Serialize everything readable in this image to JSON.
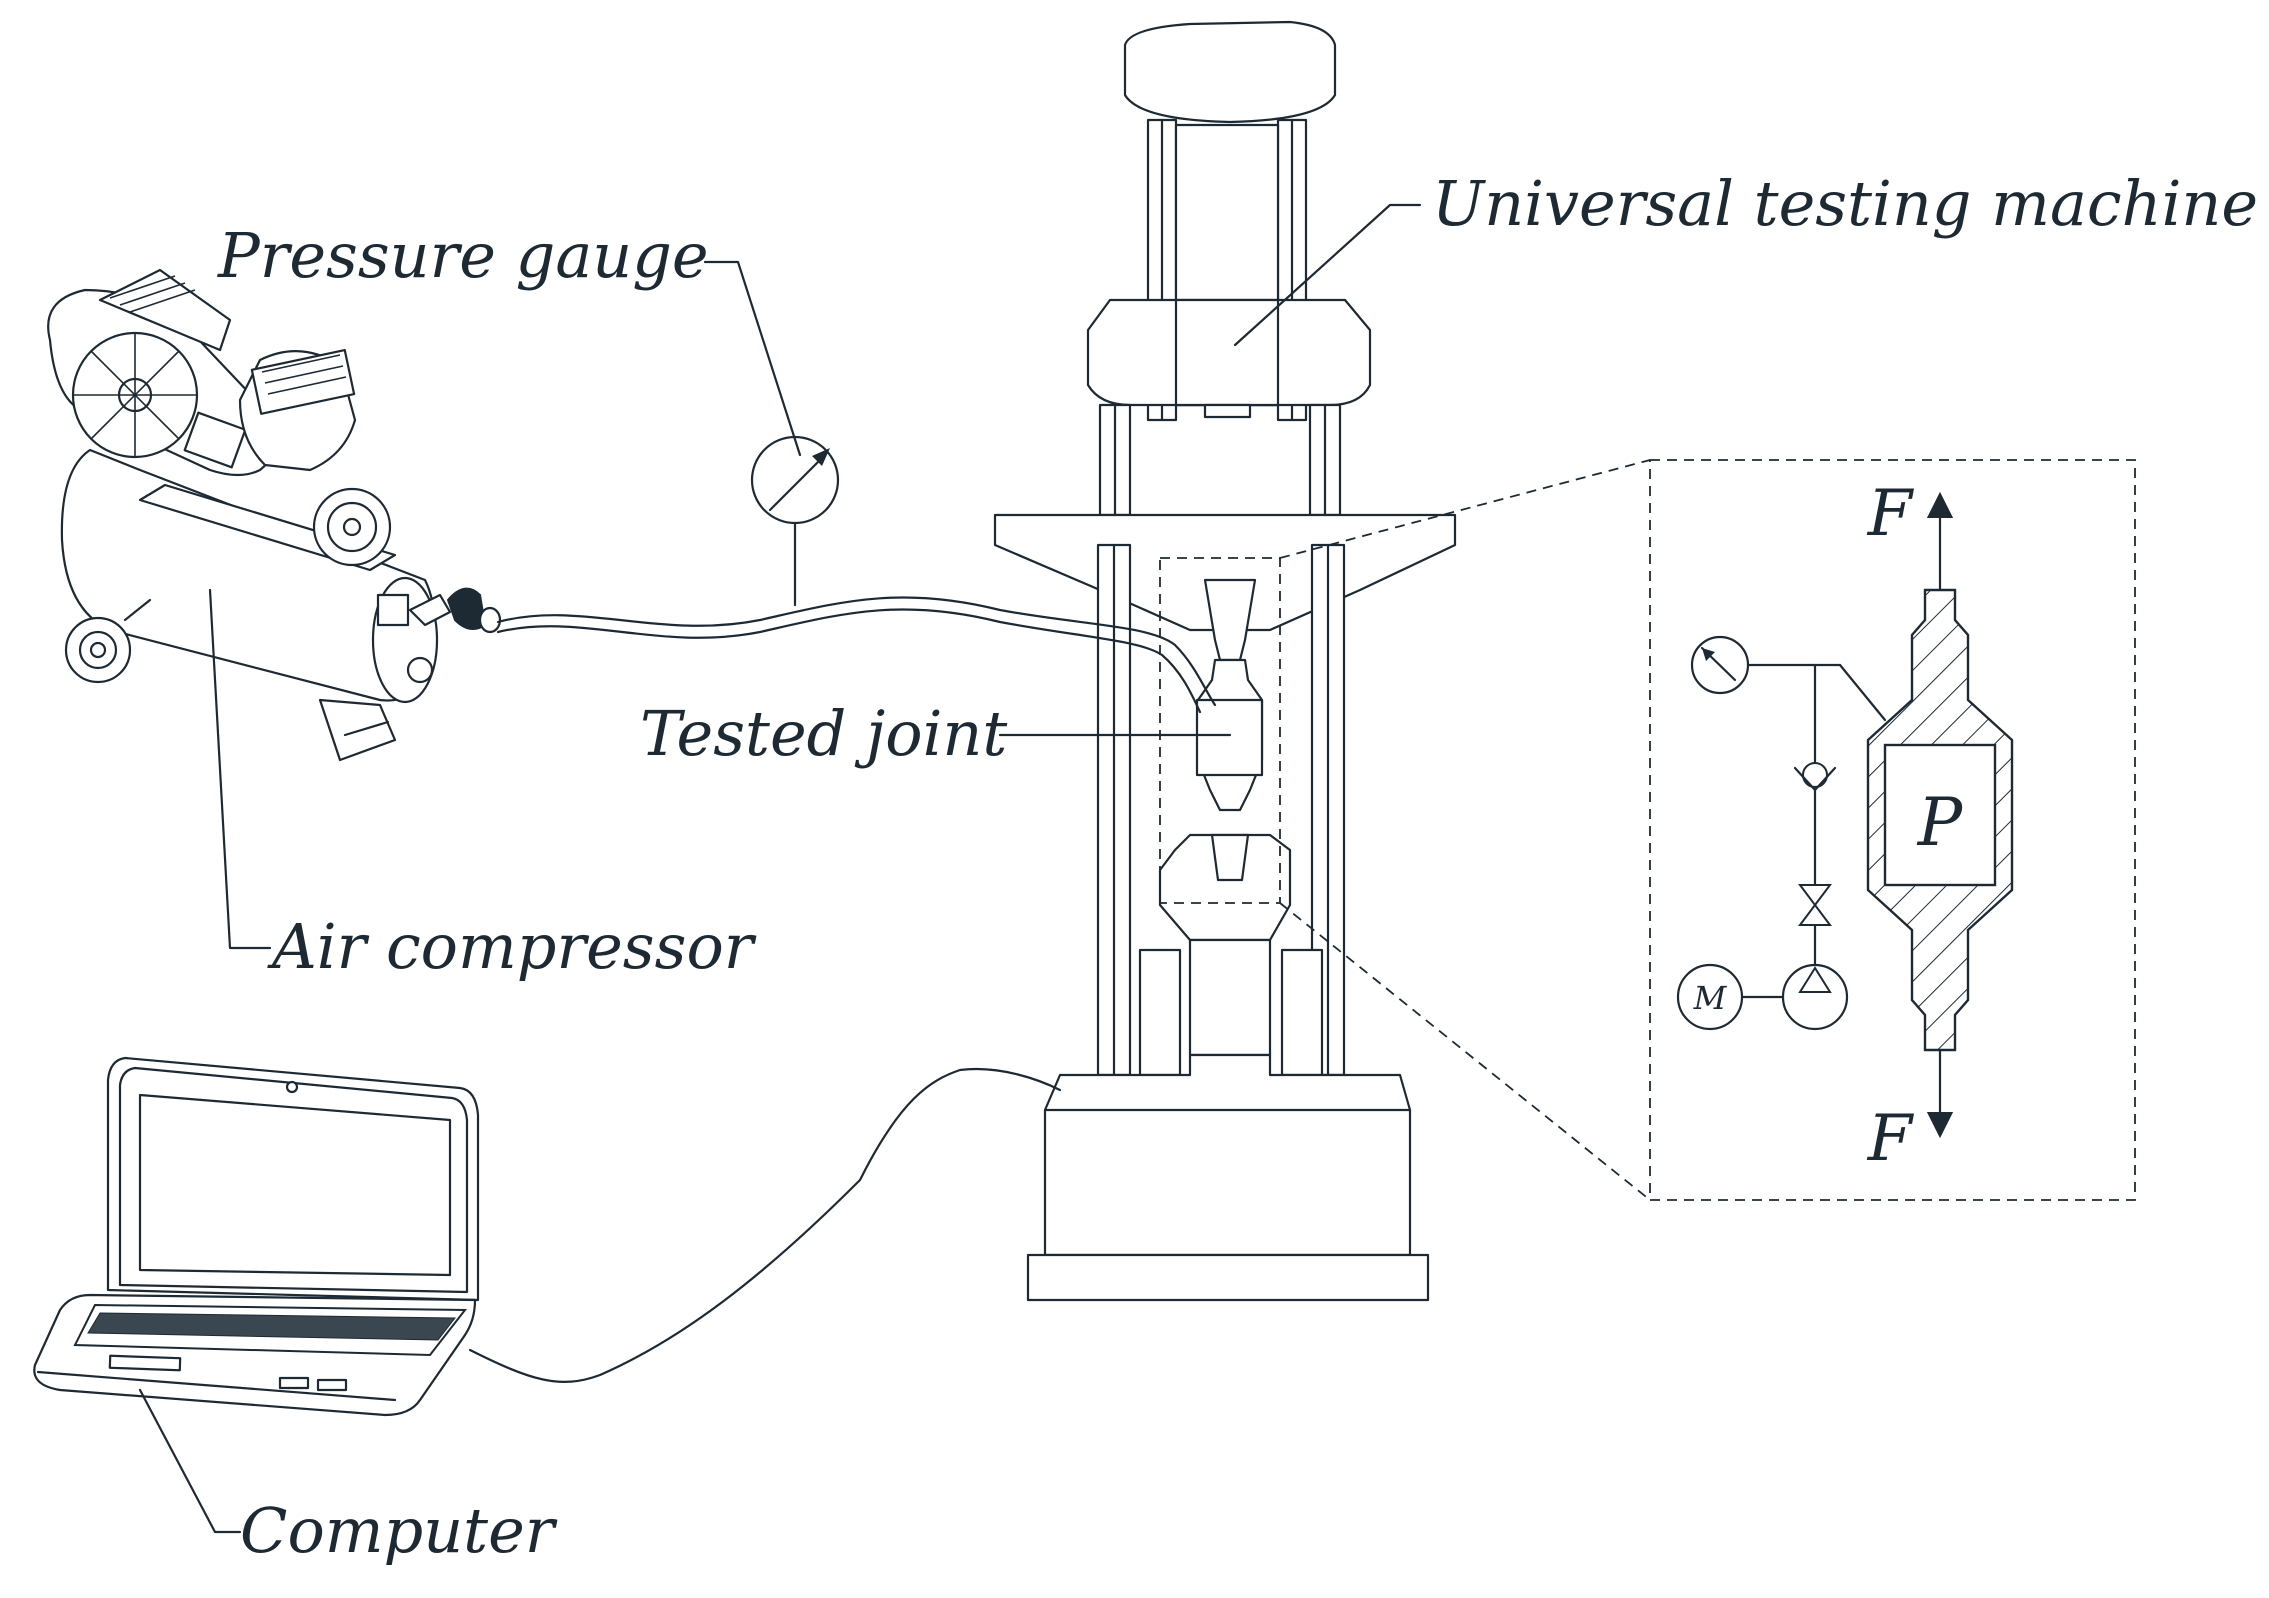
{
  "labels": {
    "universal_testing_machine": "Universal testing machine",
    "pressure_gauge": "Pressure gauge",
    "tested_joint": "Tested joint",
    "air_compressor": "Air compressor",
    "computer": "Computer"
  },
  "detail": {
    "force_top": "F",
    "force_bottom": "F",
    "pressure": "P",
    "motor": "M"
  },
  "colors": {
    "line": "#1e2a33",
    "background": "#ffffff"
  },
  "icons": [
    "pressure-gauge-icon",
    "air-compressor-icon",
    "laptop-icon",
    "testing-machine-icon",
    "check-valve-icon",
    "shutoff-valve-icon",
    "pump-icon",
    "motor-icon"
  ]
}
